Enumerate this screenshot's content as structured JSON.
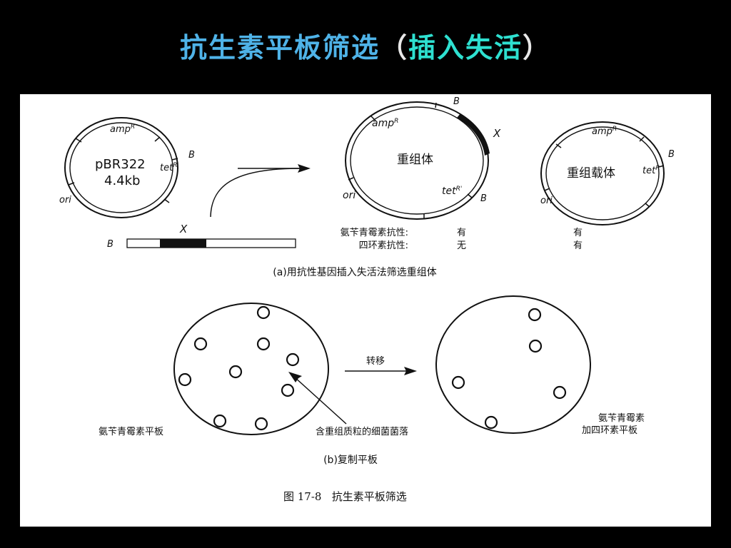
{
  "slide": {
    "title_part1": "抗生素平板筛选",
    "title_paren_open": "（",
    "title_part2": "插入失活",
    "title_paren_close": "）"
  },
  "panel_a": {
    "plasmid": {
      "name": "pBR322",
      "size": "4.4kb",
      "amp": "amp",
      "amp_sup": "R",
      "tet": "tet",
      "tet_sup": "R",
      "ori": "ori",
      "site": "B"
    },
    "insert": {
      "site": "B",
      "label": "X"
    },
    "recombinant": {
      "name": "重组体",
      "amp": "amp",
      "amp_sup": "R",
      "tet": "tet",
      "tet_sup": "R'",
      "ori": "ori",
      "site_top": "B",
      "site_bottom": "B",
      "insert_label": "X"
    },
    "vector": {
      "name": "重组载体",
      "amp": "amp",
      "amp_sup": "R",
      "tet": "tet",
      "tet_sup": "R",
      "ori": "ori",
      "site": "B"
    },
    "resistance": {
      "rows": [
        {
          "label": "氨苄青霉素抗性:",
          "recombinant": "有",
          "vector": "有"
        },
        {
          "label": "四环素抗性:",
          "recombinant": "无",
          "vector": "有"
        }
      ]
    },
    "caption": "(a)用抗性基因插入失活法筛选重组体"
  },
  "panel_b": {
    "left_plate_label": "氨苄青霉素平板",
    "transfer_label": "转移",
    "pointer_label": "含重组质粒的细菌菌落",
    "right_plate_label_line1": "氨苄青霉素",
    "right_plate_label_line2": "加四环素平板",
    "caption": "(b)复制平板"
  },
  "figure_caption": "图 17-8   抗生素平板筛选",
  "colors": {
    "title_blue": "#4fb3e8",
    "title_cyan": "#2ee0d0",
    "background": "#000000",
    "figure_bg": "#ffffff"
  }
}
